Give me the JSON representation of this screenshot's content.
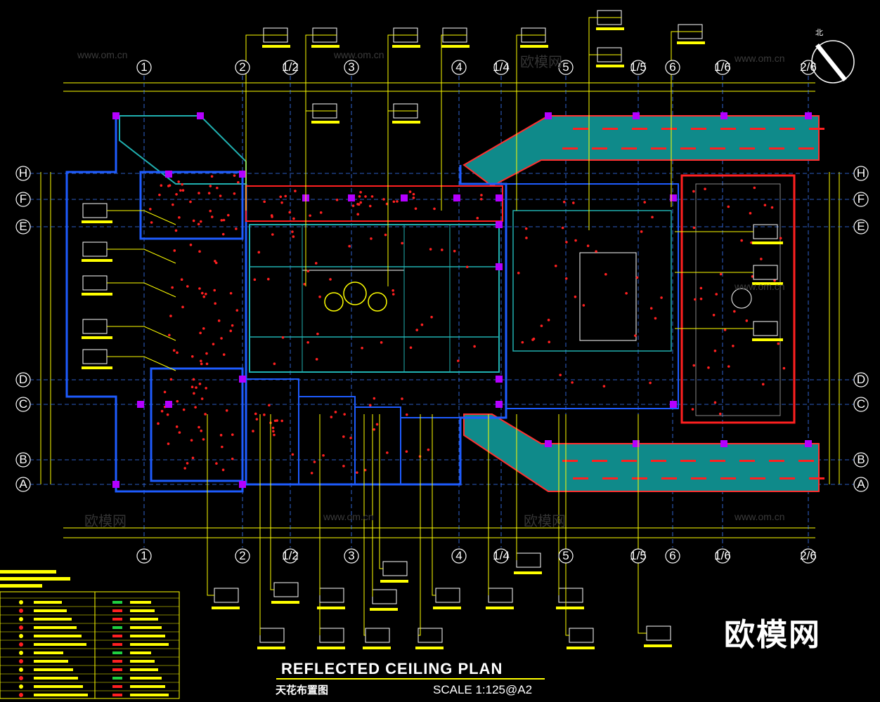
{
  "drawing": {
    "title_en": "REFLECTED CEILING PLAN",
    "title_cn": "天花布置图",
    "scale": "SCALE  1:125@A2",
    "brand": "欧模网",
    "watermark_url": "www.om.cn",
    "watermark_cn": "欧模网",
    "north_label": "北"
  },
  "grid": {
    "columns": [
      "1",
      "2",
      "1/2",
      "3",
      "4",
      "1/4",
      "5",
      "1/5",
      "6",
      "1/6",
      "2/6"
    ],
    "rows": [
      "H",
      "F",
      "E",
      "D",
      "C",
      "B",
      "A"
    ]
  },
  "colors": {
    "background": "#000000",
    "wall": "#1e5cff",
    "leader": "#ffff00",
    "grid": "#3c7bff",
    "ceiling_panel": "#0f8a8a",
    "fixture": "#ff2020",
    "column": "#b400ff",
    "text": "#ffffff"
  }
}
